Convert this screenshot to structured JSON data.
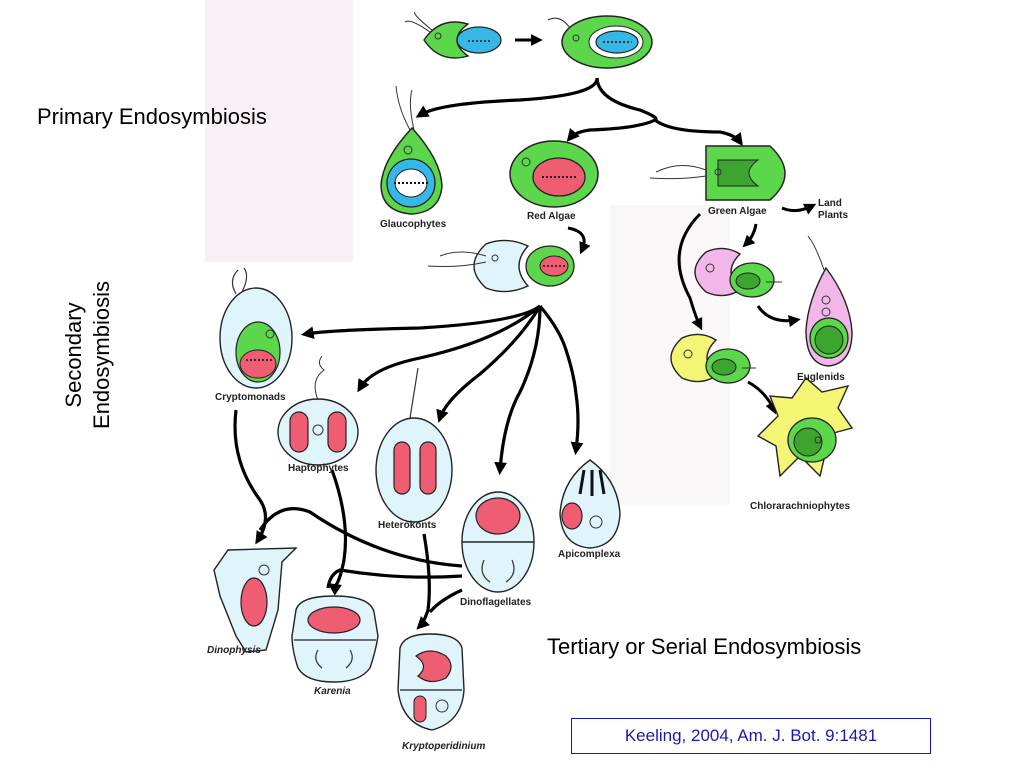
{
  "headings": {
    "primary": "Primary Endosymbiosis",
    "secondary_line1": "Secondary",
    "secondary_line2": "Endosymbiosis",
    "tertiary": "Tertiary or Serial Endosymbiosis"
  },
  "organisms": {
    "glaucophytes": "Glaucophytes",
    "red_algae": "Red Algae",
    "green_algae": "Green Algae",
    "land_plants_line1": "Land",
    "land_plants_line2": "Plants",
    "cryptomonads": "Cryptomonads",
    "haptophytes": "Haptophytes",
    "heterokonts": "Heterokonts",
    "apicomplexa": "Apicomplexa",
    "dinoflagellates": "Dinoflagellates",
    "euglenids": "Euglenids",
    "chlorarachniophytes": "Chlorarachniophytes",
    "dinophysis": "Dinophysis",
    "karenia": "Karenia",
    "kryptoperidinium": "Kryptoperidinium"
  },
  "citation": "Keeling, 2004, Am. J. Bot. 9:1481",
  "colors": {
    "plastid_green": "#5cd64a",
    "plastid_red": "#ee5d72",
    "cyanobacterium_blue": "#35b8e8",
    "host_cyan": "#dff4fb",
    "host_pink": "#f3b6e8",
    "host_yellow": "#f4f475",
    "citation_blue": "#1a1aa8"
  }
}
